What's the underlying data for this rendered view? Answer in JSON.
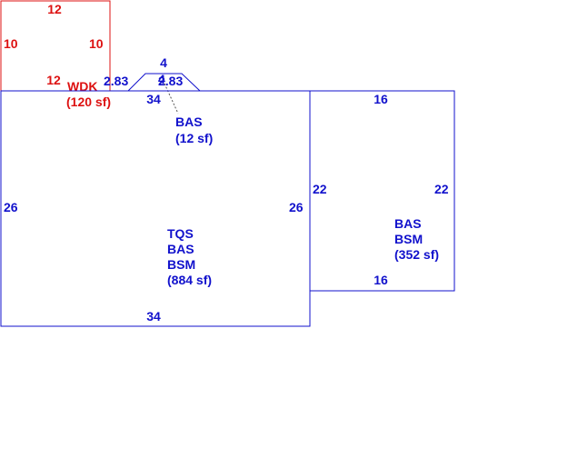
{
  "colors": {
    "deck": "#dd1111",
    "building": "#1111cc",
    "leader": "#555555"
  },
  "wdk": {
    "top": "12",
    "left": "10",
    "right": "10",
    "bottom": "12",
    "code": "WDK",
    "area": "(120 sf)"
  },
  "bay": {
    "top": "4",
    "left_side": "2.83",
    "right_side": "2.83",
    "hidden_bottom": "4",
    "code": "BAS",
    "area": "(12 sf)"
  },
  "main": {
    "top": "34",
    "left": "26",
    "right": "26",
    "bottom": "34",
    "code1": "TQS",
    "code2": "BAS",
    "code3": "BSM",
    "area": "(884 sf)"
  },
  "annex": {
    "top": "16",
    "left": "22",
    "right": "22",
    "bottom": "16",
    "code1": "BAS",
    "code2": "BSM",
    "area": "(352 sf)"
  }
}
